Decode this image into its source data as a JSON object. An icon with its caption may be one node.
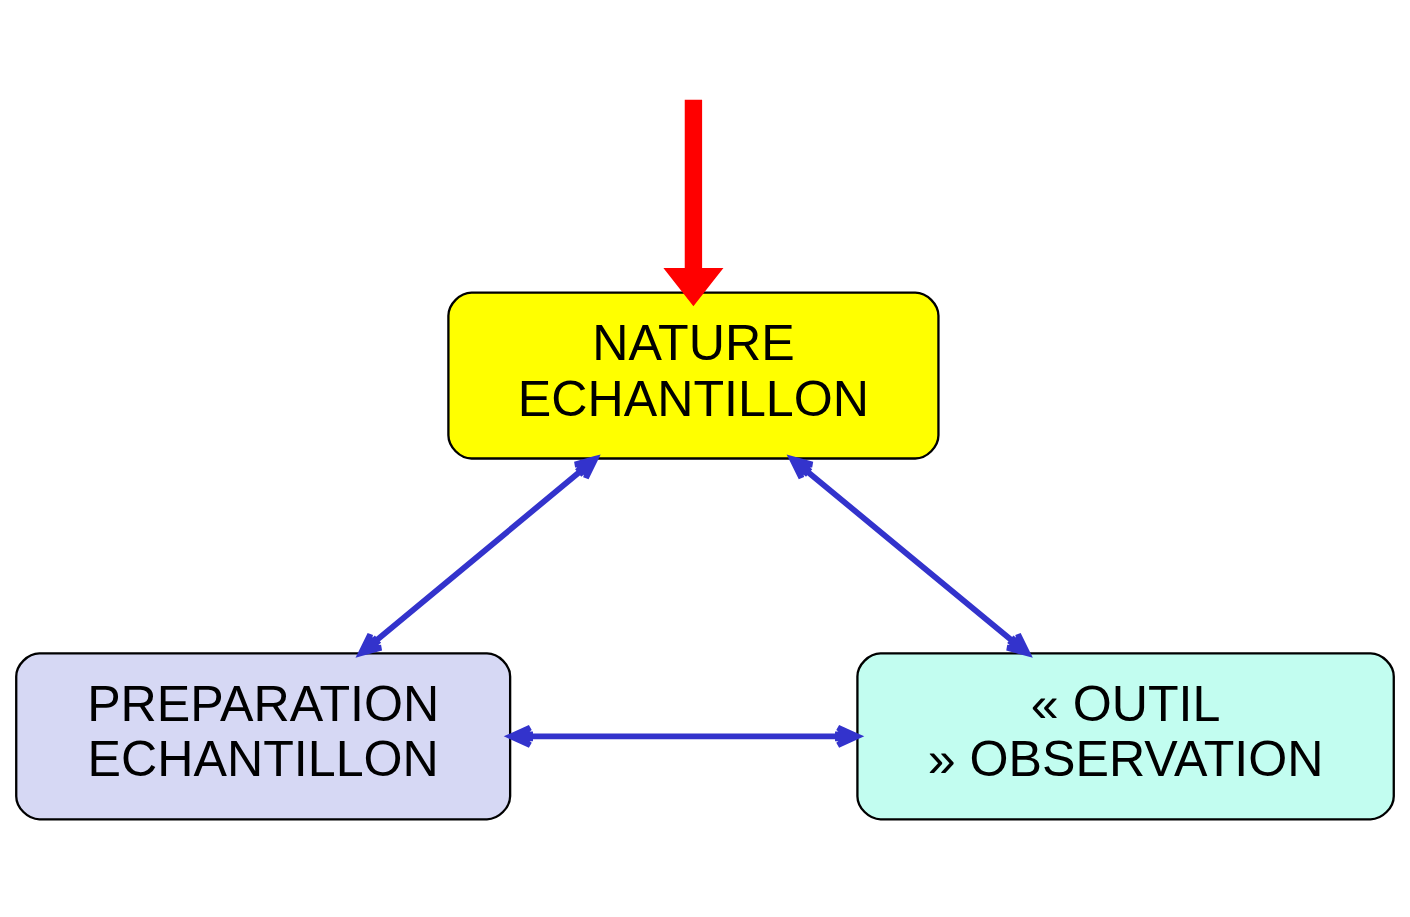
{
  "diagram": {
    "nodes": [
      {
        "text": [
          "NATURE ECHANTILLON"
        ]
      },
      {
        "text": [
          "PREPARATION ECHANTILLON"
        ]
      },
      {
        "text": [
          "« OUTIL » OBSERVATION"
        ]
      }
    ],
    "edges": [
      {
        "from": null,
        "to": 0,
        "arrow": "to",
        "style": "thick",
        "color": "#ff0000"
      },
      {
        "from": 0,
        "to": 1,
        "arrow": "both"
      },
      {
        "from": 0,
        "to": 2,
        "arrow": "both"
      },
      {
        "from": 1,
        "to": 2,
        "arrow": "both"
      }
    ]
  }
}
